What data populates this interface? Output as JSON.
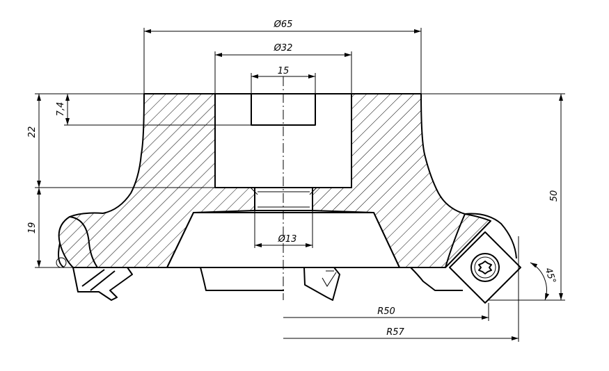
{
  "dimensions": {
    "dia_65": "Ø65",
    "dia_32": "Ø32",
    "width_15": "15",
    "depth_7_4": "7,4",
    "height_22": "22",
    "height_19": "19",
    "height_50": "50",
    "dia_13": "Ø13",
    "radius_50": "R50",
    "radius_57": "R57",
    "angle_45": "45°"
  }
}
